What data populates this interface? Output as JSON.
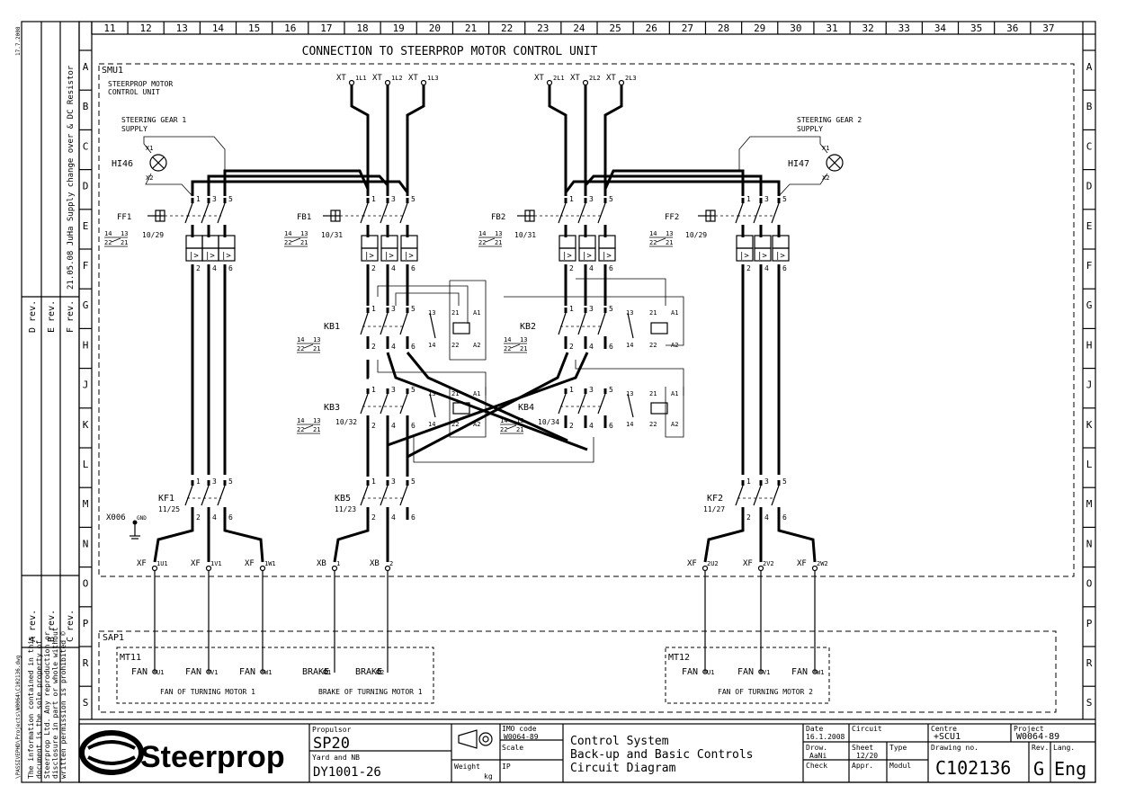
{
  "sheet": {
    "title": "CONNECTION TO STEERPROP MOTOR CONTROL UNIT",
    "columns": [
      "11",
      "12",
      "13",
      "14",
      "15",
      "16",
      "17",
      "18",
      "19",
      "20",
      "21",
      "22",
      "23",
      "24",
      "25",
      "26",
      "27",
      "28",
      "29",
      "30",
      "31",
      "32",
      "33",
      "34",
      "35",
      "36",
      "37"
    ],
    "rows": [
      "A",
      "B",
      "C",
      "D",
      "E",
      "F",
      "G",
      "H",
      "J",
      "K",
      "L",
      "M",
      "N",
      "O",
      "P",
      "R",
      "S"
    ]
  },
  "revisions": {
    "labels": [
      "D rev.",
      "E rev.",
      "F rev.",
      "A rev.",
      "B rev.",
      "C rev."
    ],
    "f_note": "21.05.08 JuHa Supply change over & DC Resistor",
    "date_mark": "17.7.2008",
    "file_path": "\\PASSIVEPHD\\Projects\\W0064\\C102136.dwg",
    "copyright": [
      "The information contained in this",
      "document is the sole property of",
      "Steerprop Ltd. Any reproduction or",
      "disclosure in part or whole without",
      "written permission is prohibited ©"
    ]
  },
  "smu": {
    "id": "SMU1",
    "name_line1": "STEERPROP MOTOR",
    "name_line2": "CONTROL UNIT",
    "sg1_line1": "STEERING GEAR 1",
    "sg1_line2": "SUPPLY",
    "sg2_line1": "STEERING GEAR 2",
    "sg2_line2": "SUPPLY"
  },
  "terminals_top": {
    "xt": "XT",
    "group1": [
      "1L1",
      "1L2",
      "1L3"
    ],
    "group2": [
      "2L1",
      "2L2",
      "2L3"
    ]
  },
  "lamps": {
    "h1": "HI46",
    "h2": "HI47",
    "x1": "X1",
    "x2": "X2"
  },
  "devices": {
    "ff1": "FF1",
    "fb1": "FB1",
    "fb2": "FB2",
    "ff2": "FF2",
    "ff1_ref": "10/29",
    "fb1_ref": "10/31",
    "fb2_ref": "10/31",
    "ff2_ref": "10/29",
    "kb1": "KB1",
    "kb2": "KB2",
    "kb3": "KB3",
    "kb4": "KB4",
    "kb3_ref": "10/32",
    "kb4_ref": "10/34",
    "kf1": "KF1",
    "kf1_ref": "11/25",
    "kb5": "KB5",
    "kb5_ref": "11/23",
    "kf2": "KF2",
    "kf2_ref": "11/27",
    "aux14": "14",
    "aux13": "13",
    "aux22": "22",
    "aux21": "21",
    "poles_in": [
      "1",
      "3",
      "5"
    ],
    "poles_out": [
      "2",
      "4",
      "6"
    ],
    "coil_a1": "A1",
    "coil_a2": "A2"
  },
  "gnd": {
    "label": "X006",
    "tag": "GND"
  },
  "terminals_bottom": {
    "xf": "XF",
    "xb": "XB",
    "fan1": [
      "1U1",
      "1V1",
      "1W1"
    ],
    "brake": [
      "1",
      "2"
    ],
    "fan2": [
      "2U2",
      "2V2",
      "2W2"
    ]
  },
  "sap": {
    "id": "SAP1",
    "mt11": "MT11",
    "mt12": "MT12",
    "fan": "FAN",
    "brake": "BRAKE",
    "fan_pins1": [
      "U1",
      "V1",
      "W1"
    ],
    "brake_pins": [
      "1",
      "2"
    ],
    "fan_pins2": [
      "U1",
      "V1",
      "W1"
    ],
    "mt11_fan_desc": "FAN OF TURNING MOTOR 1",
    "mt11_brake_desc": "BRAKE OF TURNING MOTOR 1",
    "mt12_desc": "FAN OF TURNING MOTOR 2"
  },
  "title_block": {
    "logo": "Steerprop",
    "propulsor_label": "Propulsor",
    "propulsor": "SP20",
    "yard_label": "Yard and NB",
    "yard": "DY1001-26",
    "weight_label": "Weight",
    "weight_unit": "kg",
    "imo_label": "IMO code",
    "imo": "W0064-89",
    "scale_label": "Scale",
    "ip_label": "IP",
    "desc1": "Control System",
    "desc2": "Back-up and Basic Controls",
    "desc3": "Circuit Diagram",
    "date_label": "Date",
    "date": "16.1.2008",
    "drow_label": "Drow.",
    "drow": "AaNi",
    "check_label": "Check",
    "circuit_label": "Circuit",
    "sheet_label": "Sheet",
    "sheet": "12/20",
    "appr_label": "Appr.",
    "type_label": "Type",
    "type": "Modul",
    "centre_label": "Centre",
    "centre": "+SCU1",
    "drawing_label": "Drawing no.",
    "drawing": "C102136",
    "project_label": "Project",
    "project": "W0064-89",
    "rev_label": "Rev.",
    "rev": "G",
    "lang_label": "Lang.",
    "lang": "Eng"
  }
}
